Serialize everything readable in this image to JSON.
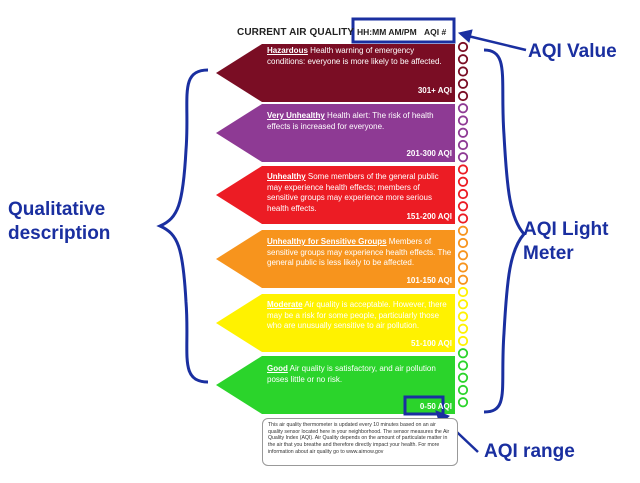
{
  "header": {
    "title": "CURRENT AIR QUALITY",
    "time_placeholder": "HH:MM AM/PM",
    "aqi_placeholder": "AQI #"
  },
  "bands": [
    {
      "category": "Hazardous",
      "text": " Health warning of emergency conditions: everyone is more likely to be affected.",
      "range": "301+ AQI",
      "color": "#7a0d24",
      "text_color": "#ffffff"
    },
    {
      "category": "Very Unhealthy",
      "text": " Health alert: The risk of health effects is increased for everyone.",
      "range": "201-300 AQI",
      "color": "#8e3a94",
      "text_color": "#ffffff"
    },
    {
      "category": "Unhealthy",
      "text": " Some members of the general public may experience health effects; members of sensitive groups may experience more serious health effects.",
      "range": "151-200 AQI",
      "color": "#ec1c24",
      "text_color": "#ffffff"
    },
    {
      "category": "Unhealthy for Sensitive Groups",
      "text": " Members of sensitive groups may experience health effects. The general public is less likely to be affected.",
      "range": "101-150 AQI",
      "color": "#f7941d",
      "text_color": "#ffffff"
    },
    {
      "category": "Moderate",
      "text": " Air quality is acceptable. However, there may be a risk for some people, particularly those who are unusually sensitive to air pollution.",
      "range": "51-100 AQI",
      "color": "#fff200",
      "text_color": "#ffffff"
    },
    {
      "category": "Good",
      "text": " Air quality is satisfactory, and air pollution poses little or no risk.",
      "range": "0-50 AQI",
      "color": "#2bd42b",
      "text_color": "#ffffff"
    }
  ],
  "footer": "This air quality thermometer is updated every 10 minutes based on an air quality sensor located here in your neighborhood. The sensor measures the Air Quality Index (AQI). Air Quality depends on the amount of particulate matter in the air that you breathe and therefore directly impact your health. For more information about air quality go to www.airnow.gov",
  "callouts": {
    "aqi_value": "AQI Value",
    "qualitative": "Qualitative description",
    "light_meter": "AQI Light Meter",
    "aqi_range": "AQI range"
  },
  "meter": {
    "circles_per_band": 5,
    "band_colors": [
      "#7a0d24",
      "#8e3a94",
      "#ec1c24",
      "#f7941d",
      "#fff200",
      "#2bd42b"
    ]
  },
  "accent_color": "#1a2fa0"
}
